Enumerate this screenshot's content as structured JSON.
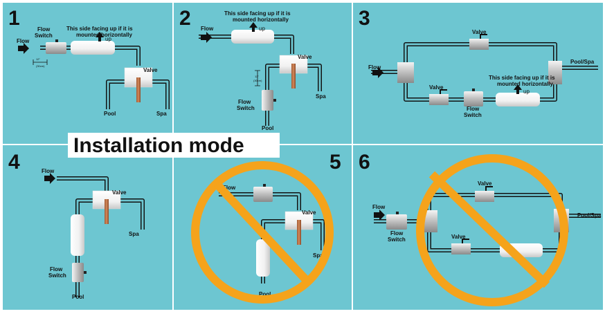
{
  "title": "Installation mode",
  "colors": {
    "background": "#6dc6d1",
    "pipe": "#111111",
    "prohibit": "#f5a31b"
  },
  "panels": [
    {
      "number": "1",
      "labels": {
        "flow": "Flow",
        "flow_switch_1": "Flow",
        "flow_switch_2": "Switch",
        "note_1": "This side facing up if it is",
        "note_2": "mounted horizontally",
        "up": "up",
        "valve": "Valve",
        "pool": "Pool",
        "spa": "Spa",
        "dim_1": "12\"",
        "dim_2": "(30cm)"
      }
    },
    {
      "number": "2",
      "labels": {
        "note_1": "This side facing up if it is",
        "note_2": "mounted horizontally",
        "up": "up",
        "flow": "Flow",
        "valve": "Valve",
        "spa": "Spa",
        "flow_switch_1": "Flow",
        "flow_switch_2": "Switch",
        "pool": "Pool",
        "dim_1": "12\"",
        "dim_2": "(30cm)"
      }
    },
    {
      "number": "3",
      "labels": {
        "valve_top": "Valve",
        "pool_spa": "Pool/Spa",
        "flow": "Flow",
        "valve_bottom": "Valve",
        "note_1": "This side facing up if it is",
        "note_2": "mounted horizontally",
        "up": "up",
        "flow_switch_1": "Flow",
        "flow_switch_2": "Switch"
      }
    },
    {
      "number": "4",
      "labels": {
        "flow": "Flow",
        "valve": "Valve",
        "spa": "Spa",
        "flow_switch_1": "Flow",
        "flow_switch_2": "Switch",
        "pool": "Pool"
      }
    },
    {
      "number": "5",
      "labels": {
        "flow": "Flow",
        "valve": "Valve",
        "spa": "Spa",
        "pool": "Pool"
      }
    },
    {
      "number": "6",
      "labels": {
        "valve_top": "Valve",
        "pool_spa": "Pool/Spa",
        "flow": "Flow",
        "valve_bottom": "Valve",
        "flow_switch_1": "Flow",
        "flow_switch_2": "Switch"
      }
    }
  ]
}
